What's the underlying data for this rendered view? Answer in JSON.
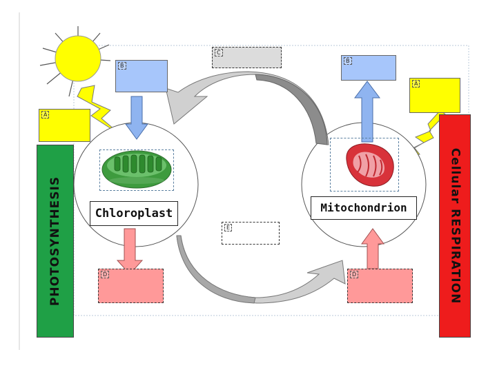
{
  "sidebars": {
    "left_label": "PHOTOSYNTHESIS",
    "right_label": "Cellular RESPIRATION",
    "left_color": "#1fa046",
    "right_color": "#ee1c1c"
  },
  "organelles": {
    "chloroplast_label": "Chloroplast",
    "mitochondrion_label": "Mitochondrion",
    "chloroplast_icon": "chloroplast-icon",
    "mitochondrion_icon": "mitochondrion-icon"
  },
  "boxes": {
    "c_top": "C",
    "b_left": "B",
    "b_right": "B",
    "a_left": "A",
    "a_right": "A",
    "e_mid": "E",
    "d_left": "D",
    "d_right": "D"
  },
  "colors": {
    "blue_box": "#a7c6fb",
    "yellow_box": "#ffff00",
    "pink_box": "#ff9999",
    "gray_box": "#dcdcdc",
    "sun": "#ffff00"
  },
  "icons": [
    "sun-icon",
    "lightning-bolt-icon",
    "curved-arrow-icon",
    "down-arrow-icon",
    "up-arrow-icon"
  ]
}
